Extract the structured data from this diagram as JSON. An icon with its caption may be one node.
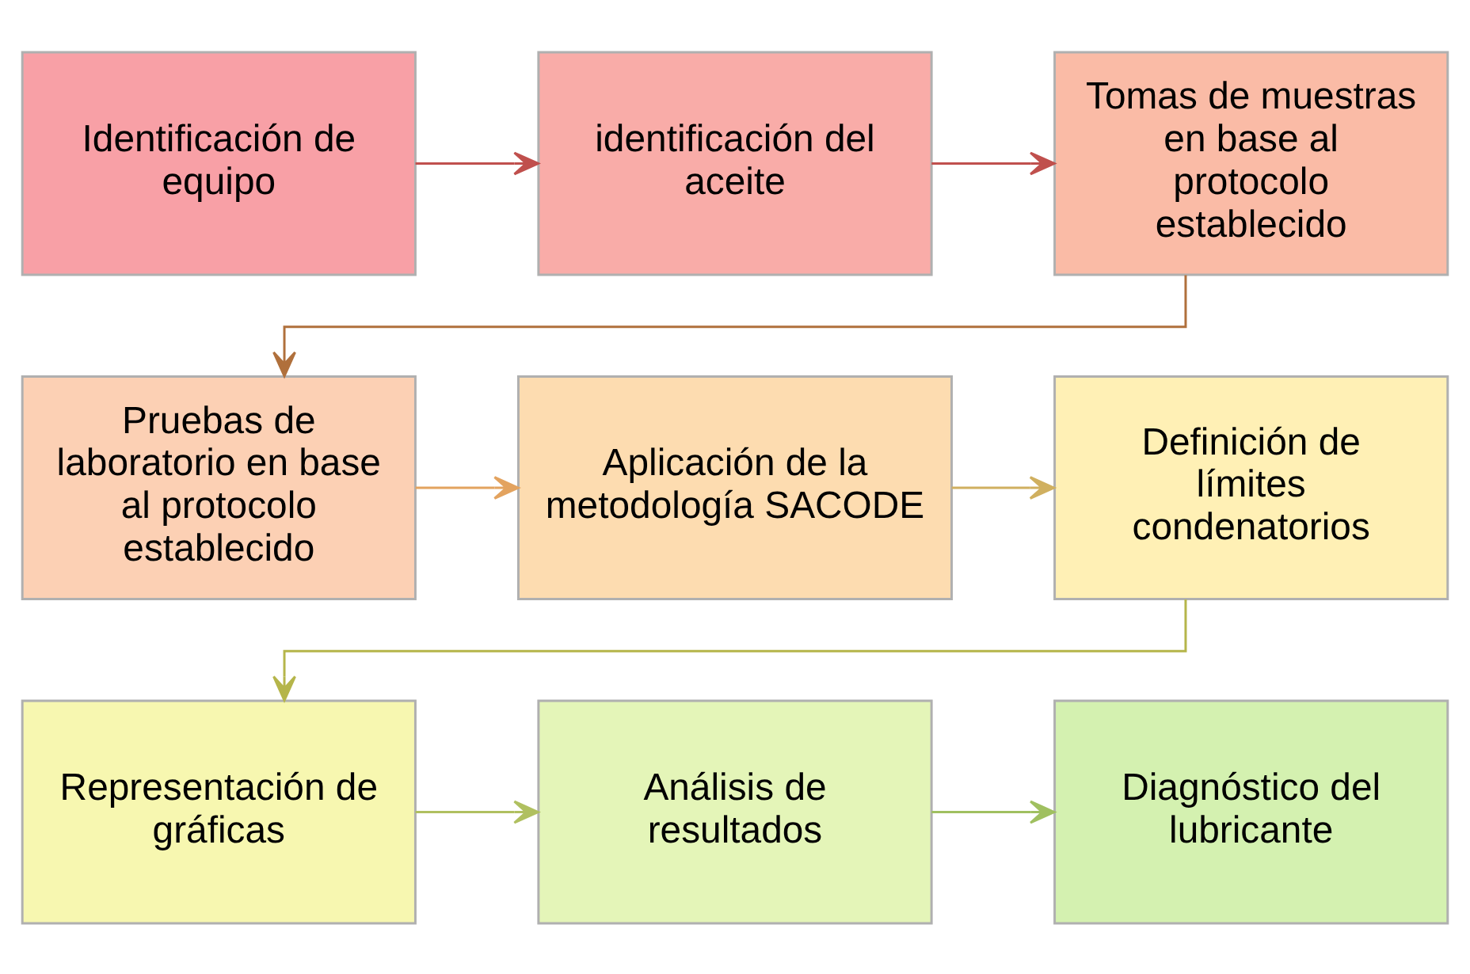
{
  "diagram": {
    "nodes": [
      {
        "text": [
          "Identificación de equipo"
        ]
      },
      {
        "text": [
          "identificación del aceite"
        ]
      },
      {
        "text": [
          "Tomas de muestras en base al protocolo establecido"
        ]
      },
      {
        "text": [
          "Pruebas de laboratorio en base al protocolo establecido"
        ]
      },
      {
        "text": [
          "Aplicación de la metodología SACODE"
        ]
      },
      {
        "text": [
          "Definición de límites condenatorios"
        ]
      },
      {
        "text": [
          "Representación de gráficas"
        ]
      },
      {
        "text": [
          "Análisis de resultados"
        ]
      },
      {
        "text": [
          "Diagnóstico del lubricante"
        ]
      }
    ],
    "edges": [
      {
        "from": 0,
        "to": 1,
        "arrow": "to",
        "color": "#c0504d"
      },
      {
        "from": 1,
        "to": 2,
        "arrow": "to",
        "color": "#c0504d"
      },
      {
        "from": 2,
        "to": 3,
        "arrow": "to",
        "color": "#b0703c"
      },
      {
        "from": 3,
        "to": 4,
        "arrow": "to",
        "color": "#e3a35f"
      },
      {
        "from": 4,
        "to": 5,
        "arrow": "to",
        "color": "#d0b060"
      },
      {
        "from": 5,
        "to": 6,
        "arrow": "to",
        "color": "#b5b54a"
      },
      {
        "from": 6,
        "to": 7,
        "arrow": "to",
        "color": "#b0c060"
      },
      {
        "from": 7,
        "to": 8,
        "arrow": "to",
        "color": "#a0c060"
      }
    ]
  }
}
